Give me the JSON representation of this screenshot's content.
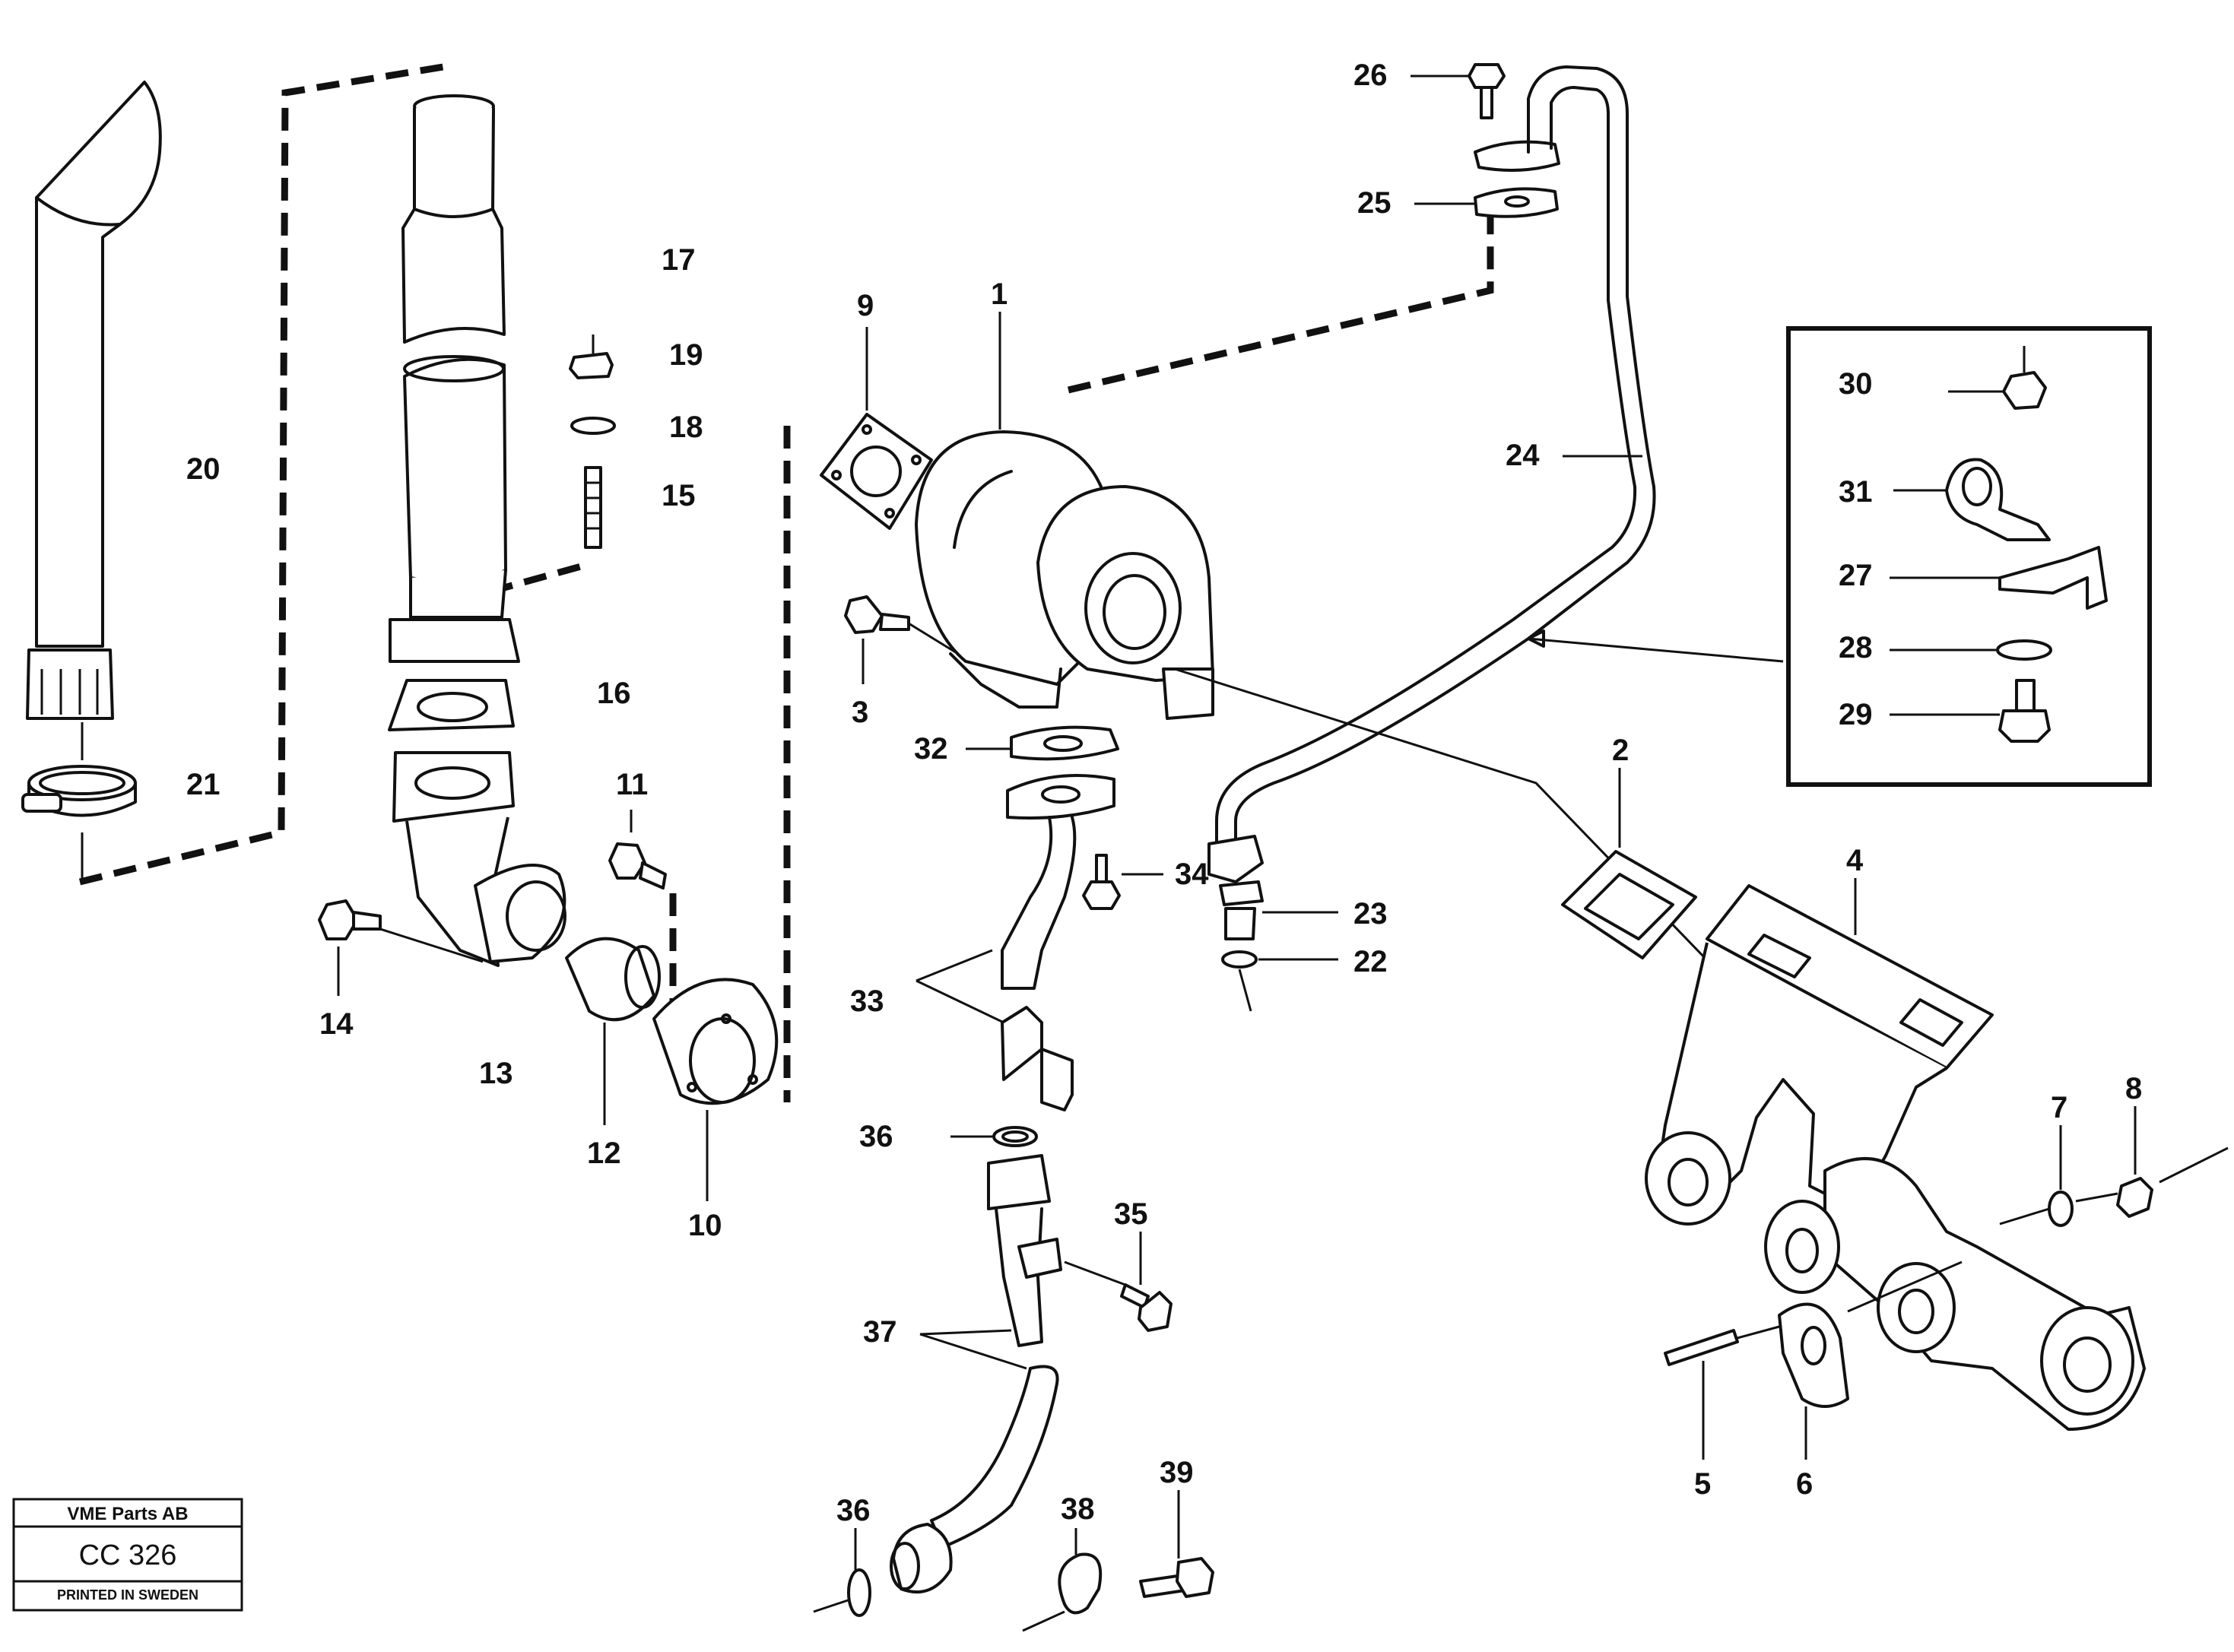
{
  "labels": {
    "1": "1",
    "2": "2",
    "3": "3",
    "4": "4",
    "5": "5",
    "6": "6",
    "7": "7",
    "8": "8",
    "9": "9",
    "10": "10",
    "11": "11",
    "12": "12",
    "13": "13",
    "14": "14",
    "15": "15",
    "16": "16",
    "17": "17",
    "18": "18",
    "19": "19",
    "20": "20",
    "21": "21",
    "22": "22",
    "23": "23",
    "24": "24",
    "25": "25",
    "26": "26",
    "27": "27",
    "28": "28",
    "29": "29",
    "30": "30",
    "31": "31",
    "32": "32",
    "33": "33",
    "34": "34",
    "35": "35",
    "36a": "36",
    "36b": "36",
    "37": "37",
    "38": "38",
    "39": "39"
  },
  "stamp": {
    "company": "VME Parts AB",
    "code": "CC 326",
    "printed": "PRINTED IN SWEDEN"
  }
}
